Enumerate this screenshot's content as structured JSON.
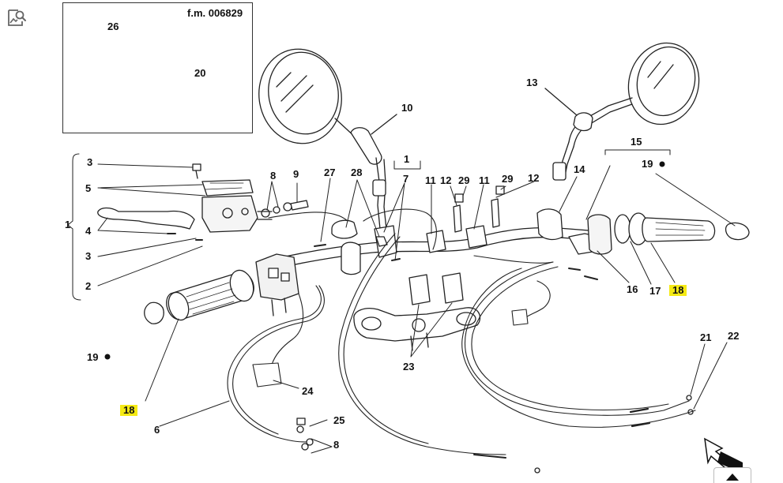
{
  "diagram": {
    "reference": "f.m. 006829",
    "labels": {
      "l26": "26",
      "l20": "20",
      "l10": "10",
      "l13": "13",
      "l15": "15",
      "l19a": "19",
      "l3a": "3",
      "l5": "5",
      "l4": "4",
      "l1a": "1",
      "l3b": "3",
      "l2": "2",
      "l8a": "8",
      "l9": "9",
      "l27": "27",
      "l28": "28",
      "l1b": "1",
      "l7": "7",
      "l11a": "11",
      "l12a": "12",
      "l29a": "29",
      "l11b": "11",
      "l29b": "29",
      "l12b": "12",
      "l14": "14",
      "l16": "16",
      "l17": "17",
      "l18a": "18",
      "l19b": "19",
      "l18b": "18",
      "l6": "6",
      "l24": "24",
      "l23": "23",
      "l21": "21",
      "l22": "22",
      "l25": "25",
      "l8b": "8"
    },
    "highlight_color": "#f5ea14"
  },
  "ui": {
    "zoom_icon": "image-search-icon",
    "nav_icon": "caret-up-icon"
  }
}
